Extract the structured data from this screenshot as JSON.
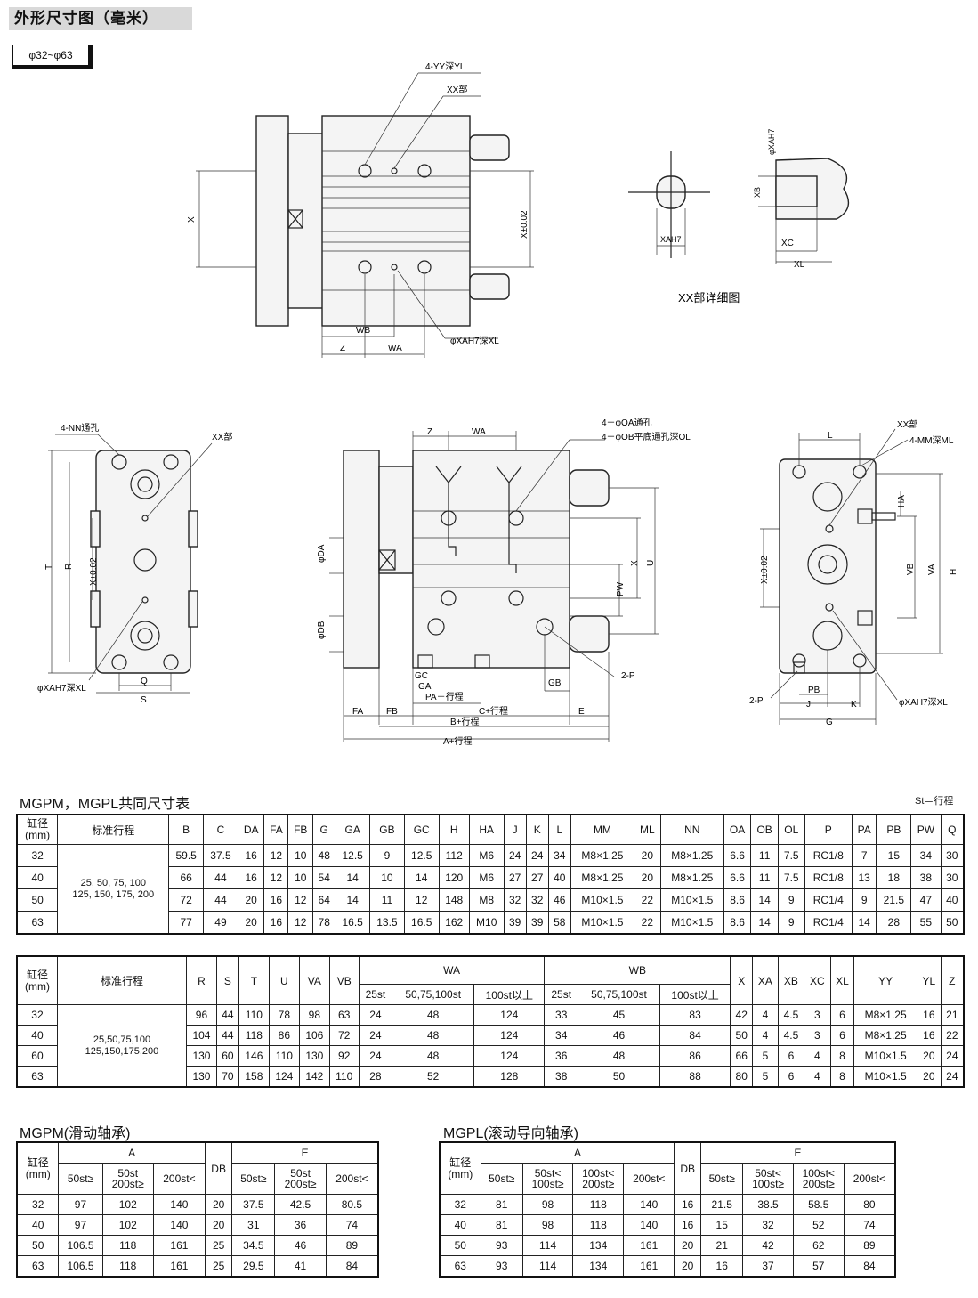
{
  "header": {
    "title": "外形尺寸图（毫米）",
    "bore_range": "φ32~φ63"
  },
  "drawing_top": {
    "labels": {
      "holes": "4-YY深YL",
      "xx": "XX部",
      "x": "X",
      "x002": "X±0.02",
      "wb": "WB",
      "z": "Z",
      "wa": "WA",
      "pin": "φXAH7深XL"
    }
  },
  "detail": {
    "labels": {
      "xa_phi": "φXAH7",
      "xb": "XB",
      "xah7": "XAH7",
      "xc": "XC",
      "xl": "XL",
      "caption": "XX部详细图"
    }
  },
  "drawing_bottom": {
    "left": {
      "nn": "4-NN通孔",
      "xx": "XX部",
      "t": "T",
      "r": "R",
      "x002": "X±0.02",
      "q": "Q",
      "s": "S",
      "pin": "φXAH7深XL"
    },
    "middle": {
      "z": "Z",
      "wa": "WA",
      "oa": "4－φOA通孔",
      "ob": "4－φOB平底通孔深OL",
      "da": "φDA",
      "db": "φDB",
      "x": "X",
      "u": "U",
      "pw": "PW",
      "gc": "GC",
      "ga": "GA",
      "pa": "PA＋行程",
      "gb": "GB",
      "p": "2-P",
      "fa": "FA",
      "fb": "FB",
      "c": "C+行程",
      "e": "E",
      "b": "B+行程",
      "a": "A+行程"
    },
    "right": {
      "l": "L",
      "xx": "XX部",
      "mm": "4-MM深ML",
      "ha": "HA",
      "x002": "X±0.02",
      "vb": "VB",
      "va": "VA",
      "h": "H",
      "p": "2-P",
      "pb": "PB",
      "j": "J",
      "k": "K",
      "g": "G",
      "pin": "φXAH7深XL"
    }
  },
  "table1": {
    "title": "MGPM，MGPL共同尺寸表",
    "note": "St＝行程",
    "headers": [
      "缸径\n(mm)",
      "标准行程",
      "B",
      "C",
      "DA",
      "FA",
      "FB",
      "G",
      "GA",
      "GB",
      "GC",
      "H",
      "HA",
      "J",
      "K",
      "L",
      "MM",
      "ML",
      "NN",
      "OA",
      "OB",
      "OL",
      "P",
      "PA",
      "PB",
      "PW",
      "Q"
    ],
    "stroke_text": "25, 50, 75, 100\n125, 150, 175, 200",
    "rows": [
      [
        "32",
        "59.5",
        "37.5",
        "16",
        "12",
        "10",
        "48",
        "12.5",
        "9",
        "12.5",
        "112",
        "M6",
        "24",
        "24",
        "34",
        "M8×1.25",
        "20",
        "M8×1.25",
        "6.6",
        "11",
        "7.5",
        "RC1/8",
        "7",
        "15",
        "34",
        "30"
      ],
      [
        "40",
        "66",
        "44",
        "16",
        "12",
        "10",
        "54",
        "14",
        "10",
        "14",
        "120",
        "M6",
        "27",
        "27",
        "40",
        "M8×1.25",
        "20",
        "M8×1.25",
        "6.6",
        "11",
        "7.5",
        "RC1/8",
        "13",
        "18",
        "38",
        "30"
      ],
      [
        "50",
        "72",
        "44",
        "20",
        "16",
        "12",
        "64",
        "14",
        "11",
        "12",
        "148",
        "M8",
        "32",
        "32",
        "46",
        "M10×1.5",
        "22",
        "M10×1.5",
        "8.6",
        "14",
        "9",
        "RC1/4",
        "9",
        "21.5",
        "47",
        "40"
      ],
      [
        "63",
        "77",
        "49",
        "20",
        "16",
        "12",
        "78",
        "16.5",
        "13.5",
        "16.5",
        "162",
        "M10",
        "39",
        "39",
        "58",
        "M10×1.5",
        "22",
        "M10×1.5",
        "8.6",
        "14",
        "9",
        "RC1/4",
        "14",
        "28",
        "55",
        "50"
      ]
    ]
  },
  "table2": {
    "headers": [
      "缸径\n(mm)",
      "标准行程",
      "R",
      "S",
      "T",
      "U",
      "VA",
      "VB",
      "WA",
      "WB",
      "X",
      "XA",
      "XB",
      "XC",
      "XL",
      "YY",
      "YL",
      "Z"
    ],
    "sub_headers": [
      "25st",
      "50,75,100st",
      "100st以上",
      "25st",
      "50,75,100st",
      "100st以上"
    ],
    "stroke_text": "25,50,75,100\n125,150,175,200",
    "rows": [
      [
        "32",
        "96",
        "44",
        "110",
        "78",
        "98",
        "63",
        "24",
        "48",
        "124",
        "33",
        "45",
        "83",
        "42",
        "4",
        "4.5",
        "3",
        "6",
        "M8×1.25",
        "16",
        "21"
      ],
      [
        "40",
        "104",
        "44",
        "118",
        "86",
        "106",
        "72",
        "24",
        "48",
        "124",
        "34",
        "46",
        "84",
        "50",
        "4",
        "4.5",
        "3",
        "6",
        "M8×1.25",
        "16",
        "22"
      ],
      [
        "60",
        "130",
        "60",
        "146",
        "110",
        "130",
        "92",
        "24",
        "48",
        "124",
        "36",
        "48",
        "86",
        "66",
        "5",
        "6",
        "4",
        "8",
        "M10×1.5",
        "20",
        "24"
      ],
      [
        "63",
        "130",
        "70",
        "158",
        "124",
        "142",
        "110",
        "28",
        "52",
        "128",
        "38",
        "50",
        "88",
        "80",
        "5",
        "6",
        "4",
        "8",
        "M10×1.5",
        "20",
        "24"
      ]
    ]
  },
  "table3": {
    "title": "MGPM(滑动轴承)",
    "headers": [
      "缸径\n(mm)",
      "A",
      "DB",
      "E"
    ],
    "sub_headers": [
      "50st≥",
      "50st\n200st≥",
      "200st<",
      "50st≥",
      "50st\n200st≥",
      "200st<"
    ],
    "rows": [
      [
        "32",
        "97",
        "102",
        "140",
        "20",
        "37.5",
        "42.5",
        "80.5"
      ],
      [
        "40",
        "97",
        "102",
        "140",
        "20",
        "31",
        "36",
        "74"
      ],
      [
        "50",
        "106.5",
        "118",
        "161",
        "25",
        "34.5",
        "46",
        "89"
      ],
      [
        "63",
        "106.5",
        "118",
        "161",
        "25",
        "29.5",
        "41",
        "84"
      ]
    ]
  },
  "table4": {
    "title": "MGPL(滚动导向轴承)",
    "headers": [
      "缸径\n(mm)",
      "A",
      "DB",
      "E"
    ],
    "sub_headers_a": [
      "50st≥",
      "50st<\n100st≥",
      "100st<\n200st≥",
      "200st<"
    ],
    "sub_headers_e": [
      "50st≥",
      "50st<\n100st≥",
      "100st<\n200st≥",
      "200st<"
    ],
    "rows": [
      [
        "32",
        "81",
        "98",
        "118",
        "140",
        "16",
        "21.5",
        "38.5",
        "58.5",
        "80"
      ],
      [
        "40",
        "81",
        "98",
        "118",
        "140",
        "16",
        "15",
        "32",
        "52",
        "74"
      ],
      [
        "50",
        "93",
        "114",
        "134",
        "161",
        "20",
        "21",
        "42",
        "62",
        "89"
      ],
      [
        "63",
        "93",
        "114",
        "134",
        "161",
        "20",
        "16",
        "37",
        "57",
        "84"
      ]
    ]
  }
}
